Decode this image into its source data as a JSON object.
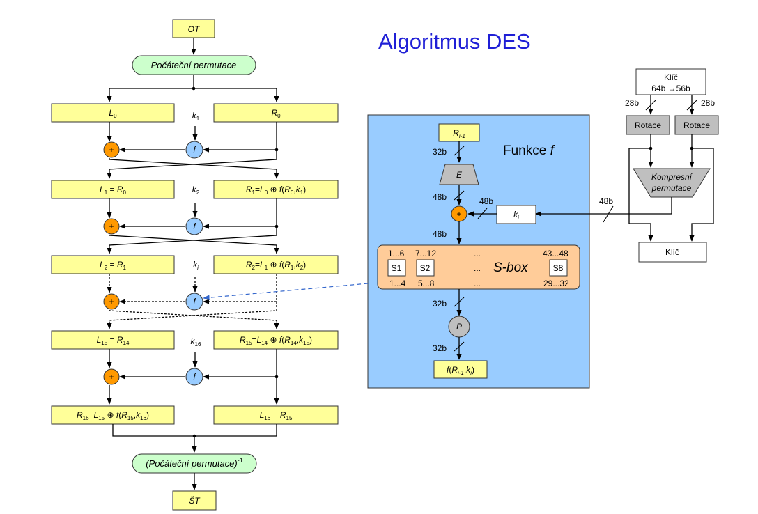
{
  "title": "Algoritmus DES",
  "feistel": {
    "input": "OT",
    "initial_perm": "Počáteční permutace",
    "final_perm_main": "(Počáteční permutace)",
    "final_perm_sup": "-1",
    "output": "ŠT",
    "plus": "+",
    "f": "f",
    "rounds": [
      {
        "left": [
          [
            "L",
            "it"
          ],
          [
            "0",
            "sub"
          ]
        ],
        "right": [
          [
            "R",
            "it"
          ],
          [
            "0",
            "sub"
          ]
        ],
        "key": [
          [
            "k",
            "it"
          ],
          [
            "1",
            "sub"
          ]
        ]
      },
      {
        "left": [
          [
            "L",
            "it"
          ],
          [
            "1",
            "sub"
          ],
          [
            " = ",
            ""
          ],
          [
            "R",
            "it"
          ],
          [
            "0",
            "sub"
          ]
        ],
        "right": [
          [
            "R",
            "it"
          ],
          [
            "1",
            "sub"
          ],
          [
            "=",
            ""
          ],
          [
            "L",
            "it"
          ],
          [
            "0",
            "sub"
          ],
          [
            " ⊕ ",
            ""
          ],
          [
            "f",
            "it"
          ],
          [
            "(",
            ""
          ],
          [
            "R",
            "it"
          ],
          [
            "0",
            "sub"
          ],
          [
            ",",
            ""
          ],
          [
            "k",
            "it"
          ],
          [
            "1",
            "sub"
          ],
          [
            ")",
            ""
          ]
        ],
        "key": [
          [
            "k",
            "it"
          ],
          [
            "2",
            "sub"
          ]
        ]
      },
      {
        "left": [
          [
            "L",
            "it"
          ],
          [
            "2",
            "sub"
          ],
          [
            " = ",
            ""
          ],
          [
            "R",
            "it"
          ],
          [
            "1",
            "sub"
          ]
        ],
        "right": [
          [
            "R",
            "it"
          ],
          [
            "2",
            "sub"
          ],
          [
            "=",
            ""
          ],
          [
            "L",
            "it"
          ],
          [
            "1",
            "sub"
          ],
          [
            " ⊕ ",
            ""
          ],
          [
            "f",
            "it"
          ],
          [
            "(",
            ""
          ],
          [
            "R",
            "it"
          ],
          [
            "1",
            "sub"
          ],
          [
            ",",
            ""
          ],
          [
            "k",
            "it"
          ],
          [
            "2",
            "sub"
          ],
          [
            ")",
            ""
          ]
        ],
        "key": [
          [
            "k",
            "it"
          ],
          [
            "i",
            "sub-it"
          ]
        ]
      },
      {
        "left": [
          [
            "L",
            "it"
          ],
          [
            "15",
            "sub"
          ],
          [
            " = ",
            ""
          ],
          [
            "R",
            "it"
          ],
          [
            "14",
            "sub"
          ]
        ],
        "right": [
          [
            "R",
            "it"
          ],
          [
            "15",
            "sub"
          ],
          [
            "=",
            ""
          ],
          [
            "L",
            "it"
          ],
          [
            "14",
            "sub"
          ],
          [
            " ⊕ ",
            ""
          ],
          [
            "f",
            "it"
          ],
          [
            "(",
            ""
          ],
          [
            "R",
            "it"
          ],
          [
            "14",
            "sub"
          ],
          [
            ",",
            ""
          ],
          [
            "k",
            "it"
          ],
          [
            "15",
            "sub"
          ],
          [
            ")",
            ""
          ]
        ],
        "key": [
          [
            "k",
            "it"
          ],
          [
            "16",
            "sub"
          ]
        ]
      }
    ],
    "final_left": [
      [
        "R",
        "it"
      ],
      [
        "16",
        "sub"
      ],
      [
        "=",
        ""
      ],
      [
        "L",
        "it"
      ],
      [
        "15",
        "sub"
      ],
      [
        " ⊕ ",
        ""
      ],
      [
        "f",
        "it"
      ],
      [
        "(",
        ""
      ],
      [
        "R",
        "it"
      ],
      [
        "15",
        "sub"
      ],
      [
        ",",
        ""
      ],
      [
        "k",
        "it"
      ],
      [
        "16",
        "sub"
      ],
      [
        ")",
        ""
      ]
    ],
    "final_right": [
      [
        "L",
        "it"
      ],
      [
        "16",
        "sub"
      ],
      [
        " = ",
        ""
      ],
      [
        "R",
        "it"
      ],
      [
        "15",
        "sub"
      ]
    ]
  },
  "f_function": {
    "label": "Funkce",
    "label_f": "f",
    "input": [
      [
        "R",
        "it"
      ],
      [
        "i-1",
        "sub-it"
      ]
    ],
    "expansion": "E",
    "ki": [
      [
        "k",
        "it"
      ],
      [
        "i",
        "sub-it"
      ]
    ],
    "bits_32a": "32b",
    "bits_48a": "48b",
    "bits_48b": "48b",
    "bits_48c": "48b",
    "bits_32b": "32b",
    "bits_32c": "32b",
    "sbox_label": "S-box",
    "sboxes": {
      "s1": "S1",
      "s1_top": "1...6",
      "s1_bot": "1...4",
      "s2": "S2",
      "s2_top": "7...12",
      "s2_bot": "5...8",
      "s8": "S8",
      "s8_top": "43...48",
      "s8_bot": "29...32",
      "ellipsis": "..."
    },
    "permutation": "P",
    "output": [
      [
        "f",
        "it"
      ],
      [
        "(",
        ""
      ],
      [
        "R",
        "it"
      ],
      [
        "i-1",
        "sub-it"
      ],
      [
        ",",
        ""
      ],
      [
        "k",
        "it"
      ],
      [
        "i",
        "sub-it"
      ],
      [
        ")",
        ""
      ]
    ]
  },
  "key_schedule": {
    "key_line1": "Klíč",
    "key_line2": "64b →56b",
    "bits_28_left": "28b",
    "bits_28_right": "28b",
    "rotate_left": "Rotace",
    "rotate_right": "Rotace",
    "compress_line1": "Kompresní",
    "compress_line2": "permutace",
    "bits_48_out": "48b",
    "key_out": "Klíč"
  },
  "colors": {
    "yellow_box": "#ffff99",
    "green_pill": "#ccffcc",
    "blue_panel": "#99ccff",
    "orange_xor": "#ff9900",
    "blue_f": "#99ccff",
    "sbox_panel": "#ffcc99",
    "gray_box": "#bfbfbf",
    "title_blue": "#1f1fd6",
    "dashed_arrow": "#3366cc"
  }
}
